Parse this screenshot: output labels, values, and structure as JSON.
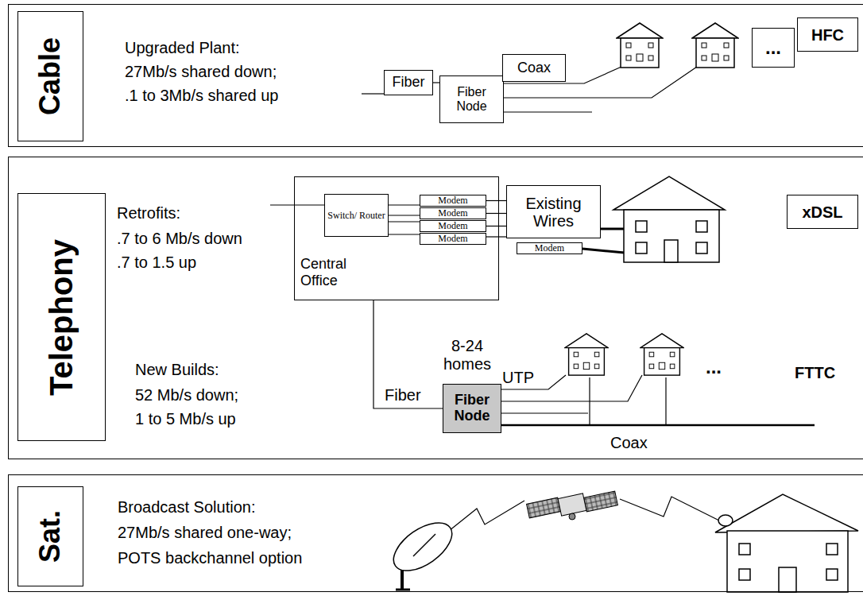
{
  "diagram": {
    "nodes": [
      {
        "text": [
          "Upgraded Plant:",
          "27Mb/s shared down;",
          ".1 to 3Mb/s shared up"
        ]
      },
      {
        "text": [
          "Cable"
        ],
        "in": 0
      },
      {
        "text": [
          "Fiber"
        ],
        "in": 0
      },
      {
        "text": [
          "Fiber Node"
        ],
        "in": 0
      },
      {
        "text": [
          "Coax"
        ],
        "in": 0
      },
      {
        "text": [
          "..."
        ],
        "in": 0
      },
      {
        "text": [
          "HFC"
        ],
        "in": 0
      },
      {
        "text": [
          "Retrofits:",
          ".7 to 6 Mb/s down",
          ".7 to 1.5 up",
          "New Builds:",
          "52 Mb/s down;",
          "1 to 5 Mb/s up"
        ]
      },
      {
        "text": [
          "Telephony"
        ],
        "in": 7
      },
      {
        "text": [
          "Central Office"
        ],
        "in": 7
      },
      {
        "text": [
          "Switch/ Router"
        ],
        "in": 9
      },
      {
        "text": [
          "Modem"
        ],
        "in": 9
      },
      {
        "text": [
          "Modem"
        ],
        "in": 9
      },
      {
        "text": [
          "Modem"
        ],
        "in": 9
      },
      {
        "text": [
          "Modem"
        ],
        "in": 9
      },
      {
        "text": [
          "Existing Wires"
        ],
        "in": 7
      },
      {
        "text": [
          "Modem"
        ],
        "in": 7
      },
      {
        "text": [
          "xDSL"
        ],
        "in": 7
      },
      {
        "text": [
          "Fiber Node"
        ],
        "in": 7
      },
      {
        "text": [
          "Broadcast Solution:",
          "27Mb/s shared one-way;",
          "POTS backchannel option"
        ]
      },
      {
        "text": [
          "Sat."
        ],
        "in": 19
      }
    ],
    "edges": [
      {
        "from": 2,
        "to": 3,
        "arrow": "none"
      },
      {
        "from": 10,
        "to": 11,
        "arrow": "none"
      },
      {
        "from": 10,
        "to": 12,
        "arrow": "none"
      },
      {
        "from": 10,
        "to": 13,
        "arrow": "none"
      },
      {
        "from": 10,
        "to": 14,
        "arrow": "none"
      },
      {
        "from": 11,
        "to": 15,
        "arrow": "none"
      },
      {
        "from": 12,
        "to": 15,
        "arrow": "none"
      },
      {
        "from": 13,
        "to": 15,
        "arrow": "none"
      },
      {
        "from": 14,
        "to": 15,
        "arrow": "none"
      },
      {
        "from": 9,
        "to": 18,
        "label": "Fiber",
        "arrow": "none"
      }
    ],
    "labels": [
      "8-24 homes",
      "UTP",
      "Coax",
      "...",
      "FTTC"
    ]
  }
}
